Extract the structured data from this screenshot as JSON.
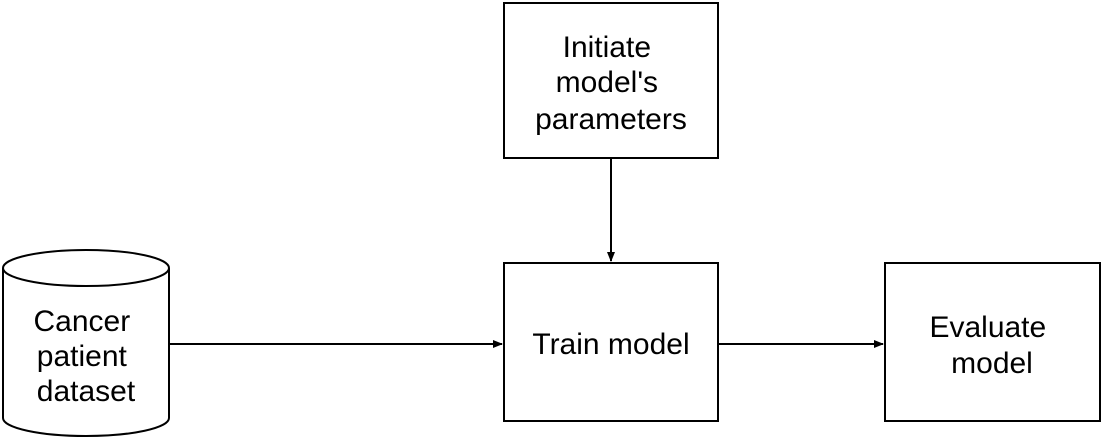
{
  "diagram": {
    "nodes": {
      "dataset": {
        "shape": "cylinder",
        "lines": [
          "Cancer",
          "patient",
          "dataset"
        ]
      },
      "init_params": {
        "shape": "rectangle",
        "lines": [
          "Initiate",
          "model's",
          "parameters"
        ]
      },
      "train": {
        "shape": "rectangle",
        "lines": [
          "Train model"
        ]
      },
      "evaluate": {
        "shape": "rectangle",
        "lines": [
          "Evaluate",
          "model"
        ]
      }
    },
    "edges": [
      {
        "from": "dataset",
        "to": "train"
      },
      {
        "from": "init_params",
        "to": "train"
      },
      {
        "from": "train",
        "to": "evaluate"
      }
    ],
    "colors": {
      "stroke": "#000000",
      "fill": "#ffffff",
      "text": "#000000"
    }
  }
}
